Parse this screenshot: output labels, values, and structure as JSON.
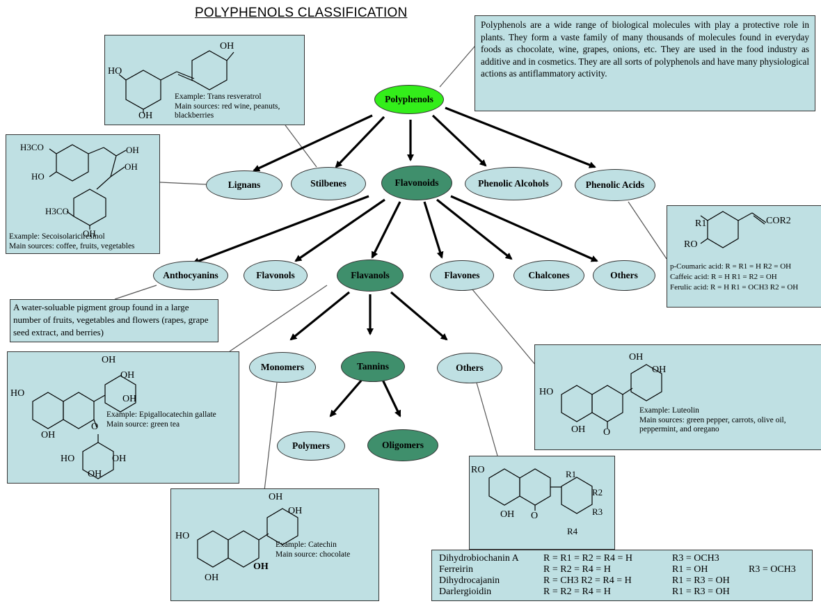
{
  "title": "POLYPHENOLS CLASSIFICATION",
  "description": "Polyphenols are a wide range of biological molecules with play a protective role in plants. They form a vaste family of many thousands of molecules found in everyday foods as chocolate, wine, grapes, onions, etc. They are used in the food industry as additive and in cosmetics. They are all sorts of polyphenols and have many physiological actions as antiflammatory activity.",
  "nodes": {
    "polyphenols": "Polyphenols",
    "lignans": "Lignans",
    "stilbenes": "Stilbenes",
    "flavonoids": "Flavonoids",
    "phenolic_alcohols": "Phenolic Alcohols",
    "phenolic_acids": "Phenolic Acids",
    "anthocyanins": "Anthocyanins",
    "flavonols": "Flavonols",
    "flavanols": "Flavanols",
    "flavones": "Flavones",
    "chalcones": "Chalcones",
    "others_flavonoids": "Others",
    "monomers": "Monomers",
    "tannins": "Tannins",
    "others_flavanols": "Others",
    "polymers": "Polymers",
    "oligomers": "Oligomers"
  },
  "stilbene_box": {
    "example": "Example: Trans resveratrol",
    "sources": "Main sources: red wine, peanuts, blackberries",
    "labels": {
      "oh1": "OH",
      "ho": "HO",
      "oh2": "OH"
    }
  },
  "lignan_box": {
    "example": "Example: Secoisolariciresinol",
    "sources": "Main sources: coffee, fruits, vegetables",
    "labels": {
      "h3co1": "H3CO",
      "ho": "HO",
      "oh1": "OH",
      "oh2": "OH",
      "h3co2": "H3CO",
      "oh3": "OH"
    }
  },
  "phenolic_acid_box": {
    "labels": {
      "r1": "R1",
      "cor2": "COR2",
      "ro": "RO"
    },
    "rows": [
      "p-Coumaric acid: R = R1 = H  R2 = OH",
      "Caffeic acid: R = H R1 = R2 = OH",
      "Ferulic acid: R = H R1 = OCH3 R2 = OH"
    ]
  },
  "anthocyanin_box": {
    "text": "A water-soluable pigment group found in a large number of fruits, vegetables and flowers (rapes, grape seed extract, and berries)"
  },
  "egcg_box": {
    "example": "Example: Epigallocatechin gallate",
    "sources": "Main source: green tea",
    "labels": {
      "oh1": "OH",
      "oh2": "OH",
      "ho1": "HO",
      "oh3": "OH",
      "oh4": "OH",
      "o": "O",
      "ho2": "HO",
      "oh5": "OH",
      "oh6": "OH"
    }
  },
  "luteolin_box": {
    "example": "Example: Luteolin",
    "sources": "Main sources: green pepper, carrots, olive oil, peppermint, and oregano",
    "labels": {
      "oh1": "OH",
      "oh2": "OH",
      "ho": "HO",
      "oh3": "OH",
      "o": "O"
    }
  },
  "catechin_box": {
    "example": "Example: Catechin",
    "sources": "Main source: chocolate",
    "labels": {
      "oh1": "OH",
      "oh2": "OH",
      "ho": "HO",
      "oh3": "OH",
      "oh4": "OH"
    }
  },
  "dihydro_box": {
    "labels": {
      "ro": "RO",
      "r1": "R1",
      "r2": "R2",
      "r3": "R3",
      "r4": "R4",
      "oh": "OH",
      "o": "O"
    },
    "rows": [
      [
        "Dihydrobiochanin A",
        "R = R1 = R2 = R4 = H",
        "R3 = OCH3",
        ""
      ],
      [
        "Ferreirin",
        "R = R2 = R4 = H",
        "R1 = OH",
        "R3 = OCH3"
      ],
      [
        "Dihydrocajanin",
        "R = CH3   R2 = R4 = H",
        "R1 = R3 = OH",
        ""
      ],
      [
        "Darlergioidin",
        "R =  R2 = R4 = H",
        "R1 = R3 = OH",
        ""
      ]
    ]
  }
}
